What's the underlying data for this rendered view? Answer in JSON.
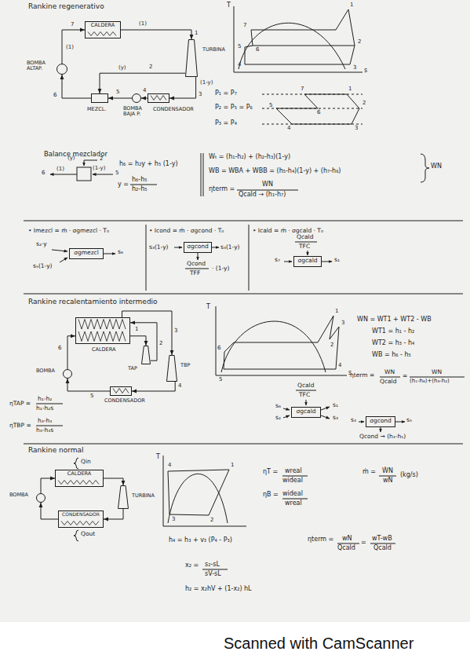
{
  "diagram": {
    "nodes": [
      {
        "text": [
          "CALDERA"
        ]
      },
      {
        "text": [
          "TURBINA"
        ]
      },
      {
        "text": [
          "BOMBA ALTAP."
        ]
      },
      {
        "text": [
          "MEZCL."
        ]
      },
      {
        "text": [
          "BOMBA BAJA P."
        ]
      },
      {
        "text": [
          "CONDENSADOR"
        ]
      },
      {
        "text": [
          "σgmezcl"
        ]
      },
      {
        "text": [
          "σgcond"
        ]
      },
      {
        "text": [
          "σgcald"
        ]
      },
      {
        "text": [
          "CALDERA"
        ]
      },
      {
        "text": [
          "TAP"
        ]
      },
      {
        "text": [
          "TBP"
        ]
      },
      {
        "text": [
          "BOMBA"
        ]
      },
      {
        "text": [
          "CONDENSADOR"
        ]
      },
      {
        "text": [
          "σgcald"
        ]
      },
      {
        "text": [
          "σgcond"
        ]
      },
      {
        "text": [
          "CALDERA"
        ]
      },
      {
        "text": [
          "TURBINA"
        ]
      },
      {
        "text": [
          "BOMBA"
        ]
      },
      {
        "text": [
          "CONDENSADOR"
        ]
      }
    ],
    "edges": [
      {
        "from": 0,
        "to": 1,
        "arrow": "to",
        "label": "(1)"
      },
      {
        "from": 1,
        "to": 3,
        "arrow": "to",
        "label": "(y)"
      },
      {
        "from": 1,
        "to": 5,
        "arrow": "to",
        "label": "(1-y)"
      },
      {
        "from": 5,
        "to": 4,
        "arrow": "to"
      },
      {
        "from": 4,
        "to": 3,
        "arrow": "to"
      },
      {
        "from": 3,
        "to": 2,
        "arrow": "to"
      },
      {
        "from": 2,
        "to": 0,
        "arrow": "to",
        "label": "(1)"
      },
      {
        "from": 9,
        "to": 10,
        "arrow": "to"
      },
      {
        "from": 10,
        "to": 9,
        "arrow": "to"
      },
      {
        "from": 9,
        "to": 11,
        "arrow": "to"
      },
      {
        "from": 11,
        "to": 13,
        "arrow": "to"
      },
      {
        "from": 13,
        "to": 12,
        "arrow": "to"
      },
      {
        "from": 12,
        "to": 9,
        "arrow": "to"
      },
      {
        "from": 16,
        "to": 17,
        "arrow": "to"
      },
      {
        "from": 17,
        "to": 19,
        "arrow": "to"
      },
      {
        "from": 19,
        "to": 18,
        "arrow": "to"
      },
      {
        "from": 18,
        "to": 16,
        "arrow": "to"
      }
    ],
    "labels": [
      "Rankine regenerativo",
      "7",
      "1",
      "2",
      "3",
      "4",
      "5",
      "6",
      "T",
      "s",
      "7",
      "6",
      "5",
      "4",
      "1",
      "2",
      "3",
      "P₁ = P₇",
      "P₂ = P₅ = P₆",
      "P₃ = P₄",
      "7",
      "1",
      "2",
      "3",
      "4",
      "5",
      "6",
      "Balance mezclador",
      "(y)",
      "2",
      "6",
      "(1)",
      "(1-y)",
      "5",
      "h₆ = h₂y + h₅ (1-y)",
      "y =",
      "h₆-h₅",
      "h₂-h₅",
      "Wₜ = (h₁-h₂) + (h₂-h₃)(1-y)",
      "WB = WBA + WBB = (h₅-h₄)(1-y) + (h₇-h₆)",
      "WN",
      "ηterm =",
      "WN",
      "Qcald → (h₁-h₇)",
      "• Imezcl = ṁ · σgmezcl · T₀",
      "s₂·y",
      "s₅(1-y)",
      "s₆",
      "• Icond = ṁ · σgcond · T₀",
      "s₃(1-y)",
      "s₄(1-y)",
      "Qcond",
      "TFF",
      "· (1-y)",
      "• Icald = ṁ · σgcald · T₀",
      "Qcald",
      "TFC",
      "s₇",
      "s₁",
      "Rankine recalentamiento intermedio",
      "1",
      "2",
      "3",
      "4",
      "5",
      "6",
      "ηTAP =",
      "h₁-h₂",
      "h₁-h₂s",
      "ηTBP =",
      "h₃-h₄",
      "h₃-h₄s",
      "T",
      "s",
      "6",
      "5",
      "1",
      "2",
      "3",
      "4",
      "WN = WT1 + WT2 - WB",
      "WT1 = h₁ - h₂",
      "WT2 = h₃ - h₄",
      "WB = h₆ - h₅",
      "ηterm =",
      "WN",
      "Qcald",
      "=",
      "WN",
      "(h₁-h₆)+(h₃-h₂)",
      "Qcald",
      "TFC",
      "s₆",
      "s₂",
      "s₁",
      "s₃",
      "s₄",
      "s₅",
      "Qcond → (h₄-h₅)",
      "Rankine normal",
      "Qin",
      "Qout",
      "T",
      "4",
      "1",
      "2",
      "3",
      "h₄ = h₃ + v₃ (P₄ - P₃)",
      "ηT =",
      "wreal",
      "wideal",
      "ηB =",
      "wideal",
      "wreal",
      "ṁ =",
      "ẆN",
      "wN",
      "(kg/s)",
      "ηterm =",
      "wN",
      "Qcald",
      "=",
      "wT-wB",
      "Qcald",
      "x₂ =",
      "s₂-sL",
      "sV-sL",
      "h₂ = x₂hV + (1-x₂) hL",
      "Scanned with CamScanner"
    ]
  }
}
